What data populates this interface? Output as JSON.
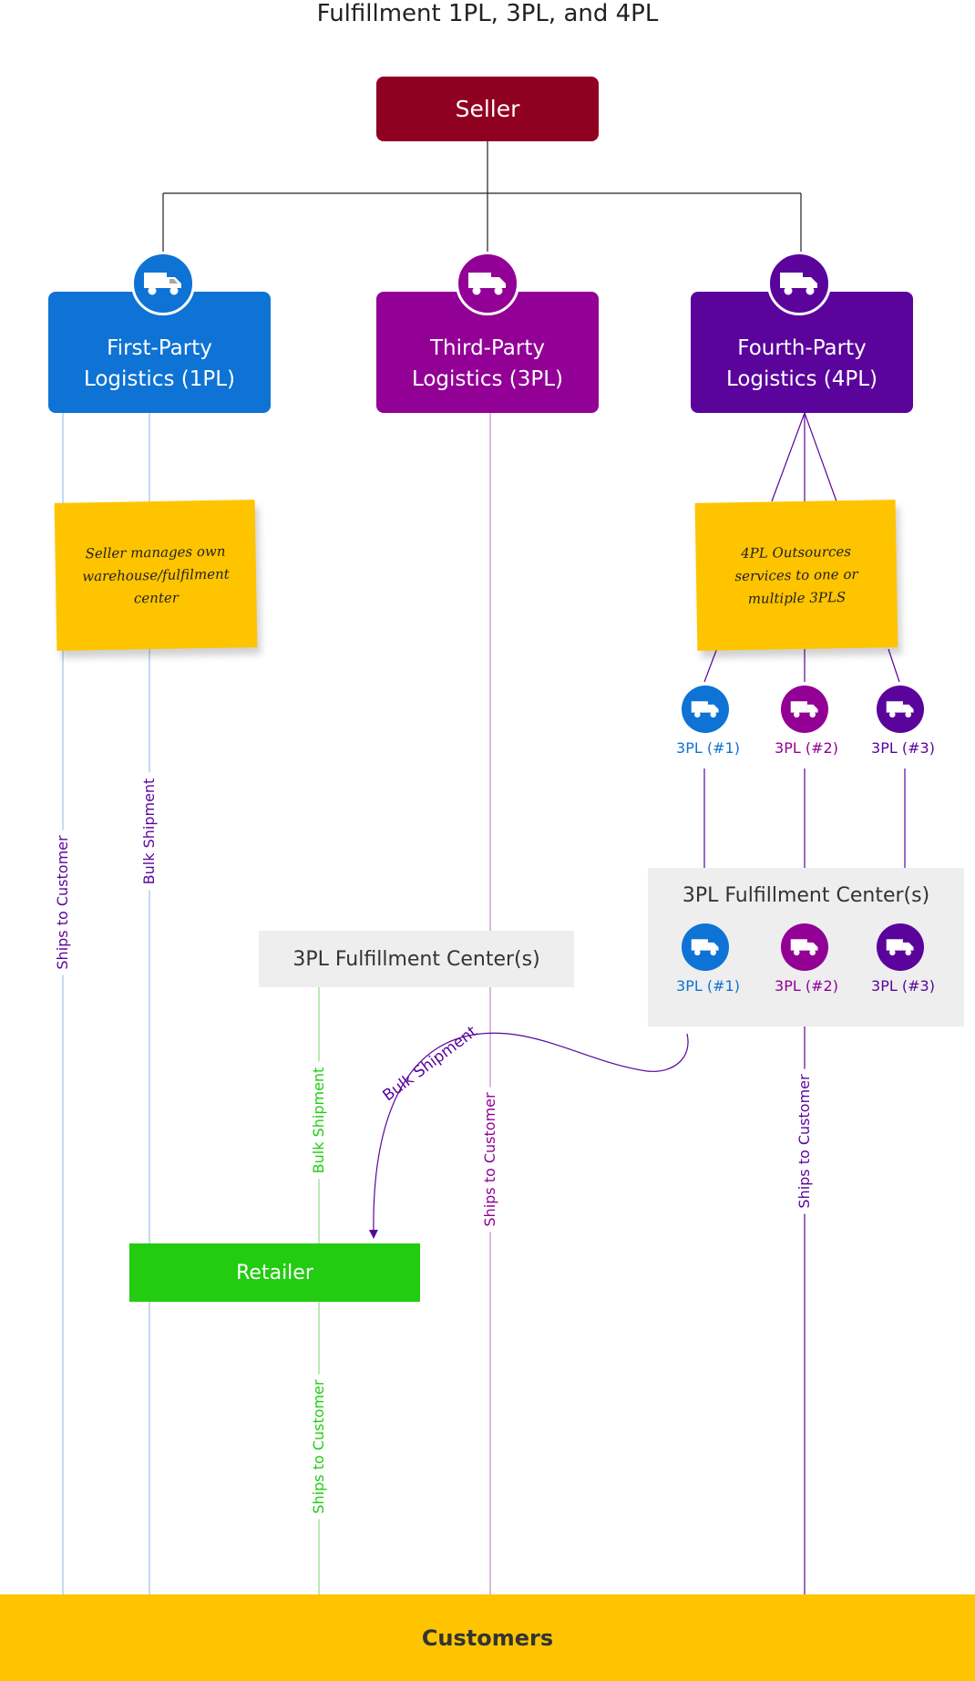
{
  "title": "Fulfillment 1PL, 3PL, and 4PL",
  "seller": "Seller",
  "parties": [
    {
      "label": "First-Party Logistics (1PL)",
      "icon": "truck-icon",
      "color": "#0e73d4"
    },
    {
      "label": "Third-Party Logistics (3PL)",
      "icon": "truck-icon",
      "color": "#920096"
    },
    {
      "label": "Fourth-Party Logistics (4PL)",
      "icon": "truck-icon",
      "color": "#5a049c"
    }
  ],
  "notes": {
    "first_party": "Seller manages own warehouse/fulfilment center",
    "fourth_party": "4PL Outsources services to one or multiple 3PLS"
  },
  "providers": [
    {
      "label": "3PL (#1)",
      "color": "#0e73d4"
    },
    {
      "label": "3PL (#2)",
      "color": "#920096"
    },
    {
      "label": "3PL (#3)",
      "color": "#5a049c"
    }
  ],
  "fulfillment_center_mid": "3PL Fulfillment Center(s)",
  "fulfillment_center_right": "3PL Fulfillment Center(s)",
  "retailer": "Retailer",
  "customers": "Customers",
  "flows": {
    "p1_ships": "Ships to Customer",
    "p1_bulk": "Bulk Shipment",
    "p3_bulk": "Bulk Shipment",
    "p3_ships": "Ships to Customer",
    "retailer_ships": "Ships to Customer",
    "p4_bulk": "Bulk Shipment",
    "p4_ships": "Ships to Customer"
  },
  "colors": {
    "maroon": "#900020",
    "blue": "#0e73d4",
    "magenta": "#920096",
    "purple": "#5a049c",
    "green": "#22cc11",
    "yellow": "#ffc400"
  }
}
